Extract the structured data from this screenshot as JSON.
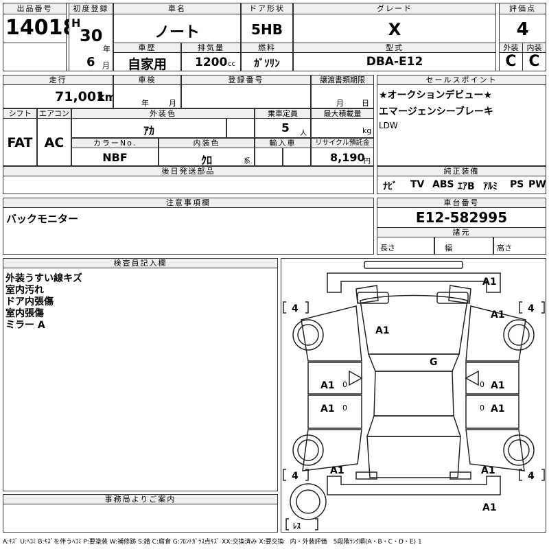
{
  "top": {
    "lot_label": "出品番号",
    "lot_no": "14018",
    "first_reg_label": "初度登録",
    "era": "H",
    "year": "30",
    "year_unit": "年",
    "month": "6",
    "month_unit": "月",
    "name_label": "車名",
    "name": "ノート",
    "door_label": "ドア形状",
    "door": "5HB",
    "grade_label": "グレード",
    "grade": "X",
    "score_label": "評価点",
    "score": "4",
    "history_label": "車歴",
    "history": "自家用",
    "disp_label": "排気量",
    "disp": "1200",
    "disp_unit": "cc",
    "fuel_label": "燃料",
    "fuel": "ｶﾞｿﾘﾝ",
    "model_label": "型式",
    "model": "DBA-E12",
    "ext_label": "外装",
    "int_label": "内装",
    "ext_grade": "C",
    "int_grade": "C"
  },
  "mid": {
    "mileage_label": "走行",
    "mileage": "71,001",
    "mileage_unit": "km",
    "inspection_label": "車検",
    "insp_year_unit": "年",
    "insp_month_unit": "月",
    "regno_label": "登録番号",
    "transfer_label": "譲渡書類期限",
    "transfer_month_unit": "月",
    "transfer_day_unit": "日",
    "shift_label": "シフト",
    "shift": "FAT",
    "ac_label": "エアコン",
    "ac": "AC",
    "color_label": "外装色",
    "color": "ｱｶ",
    "seats_label": "乗車定員",
    "seats": "5",
    "seats_unit": "人",
    "load_label": "最大積載量",
    "load_unit": "kg",
    "colorno_label": "カラーNo.",
    "colorno": "NBF",
    "intcolor_label": "内装色",
    "intcolor": "ｸﾛ",
    "intcolor_unit": "系",
    "import_label": "輸入車",
    "recycle_label": "リサイクル預託金",
    "recycle": "8,190",
    "recycle_unit": "円",
    "later_label": "後日発送部品",
    "sales_label": "セールスポイント",
    "sales_lines": [
      "★オークションデビュー★",
      "エマージェンシーブレーキ",
      "LDW"
    ],
    "genuine_label": "純正装備",
    "genuine_items": [
      "ﾅﾋﾞ",
      "TV",
      "ABS",
      "ｴｱB",
      "ｱﾙﾐ",
      "PS",
      "PW"
    ],
    "notes_label": "注意事項欄",
    "notes": "バックモニター",
    "chassis_label": "車台番号",
    "chassis": "E12-582995",
    "specs_label": "諸元",
    "length_label": "長さ",
    "width_label": "幅",
    "height_label": "高さ"
  },
  "inspector": {
    "label": "検査員記入欄",
    "lines": [
      "外装うすい線キズ",
      "室内汚れ",
      "ドア内張傷",
      "室内張傷",
      "ミラー A"
    ]
  },
  "office": {
    "label": "事務局よりご案内"
  },
  "diagram": {
    "tire_fl": "4",
    "tire_fr": "4",
    "tire_rl": "4",
    "tire_rr": "4",
    "spare": "ﾚｽ",
    "marks": {
      "front_bumper": "A1",
      "front_right_fender": "A1",
      "hood": "A1",
      "roof": "G",
      "front_door_left": "A1",
      "front_door_right": "A1",
      "rear_door_left": "A1",
      "rear_door_right": "A1",
      "rear_fender_left": "A1",
      "rear_fender_right": "A1",
      "rear_bumper": "A1",
      "mark_0a": "0",
      "mark_0b": "0",
      "mark_0c": "0",
      "mark_0d": "0"
    }
  },
  "legend": "A:ｷｽﾞ U:ﾍｺﾐ B:ｷｽﾞを伴うﾍｺﾐ P:要塗装 W:補修跡 S:錆 C:腐食 G:ﾌﾛﾝﾄｶﾞﾗｽ点ｷｽﾞ XX:交換済み X:要交換　内・外装評価　5段階ﾗﾝｸ順(A・B・C・D・E) 1"
}
